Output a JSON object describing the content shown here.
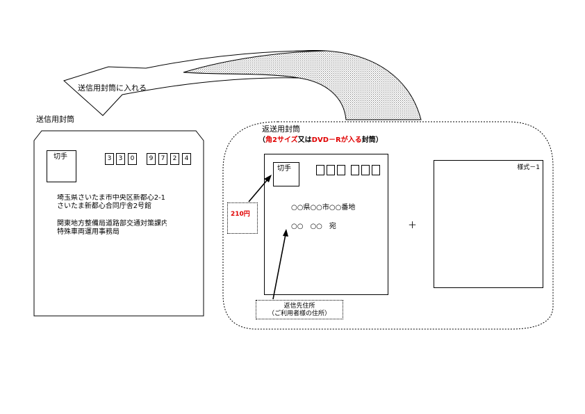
{
  "arrow_label": "送信用封筒に入れる",
  "send_envelope": {
    "title": "送信用封筒",
    "stamp_label": "切手",
    "postal_digits": [
      "3",
      "3",
      "0",
      "9",
      "7",
      "2",
      "4"
    ],
    "address_lines": [
      "埼玉県さいたま市中央区新都心2-1",
      "さいたま新都心合同庁舎2号館",
      "関東地方整備局道路部交通対策課内",
      "特殊車両運用事務局"
    ]
  },
  "return_envelope": {
    "title": "返送用封筒",
    "note_open": "（",
    "note_red1": "角2サイズ",
    "note_black1": "又は",
    "note_red2": "DVD－Rが入る",
    "note_black2": "封筒）",
    "stamp_label": "切手",
    "stamp_price": "210円",
    "address_line1": "○○県○○市○○番地",
    "address_line2": "○○　○○　宛",
    "callout_line1": "返信先住所",
    "callout_line2": "（ご利用者様の住所）"
  },
  "plus_sign": "＋",
  "form_label": "様式－1"
}
